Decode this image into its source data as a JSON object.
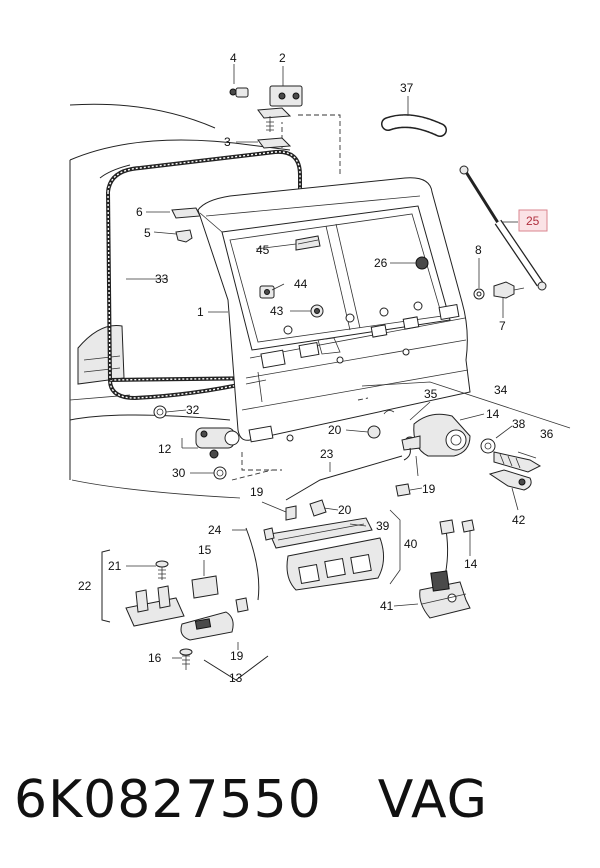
{
  "callouts": [
    {
      "id": "c1",
      "label": "1"
    },
    {
      "id": "c2",
      "label": "2"
    },
    {
      "id": "c3",
      "label": "3"
    },
    {
      "id": "c4",
      "label": "4"
    },
    {
      "id": "c5",
      "label": "5"
    },
    {
      "id": "c6",
      "label": "6"
    },
    {
      "id": "c7",
      "label": "7"
    },
    {
      "id": "c8",
      "label": "8"
    },
    {
      "id": "c12",
      "label": "12"
    },
    {
      "id": "c13",
      "label": "13"
    },
    {
      "id": "c14a",
      "label": "14"
    },
    {
      "id": "c14b",
      "label": "14"
    },
    {
      "id": "c15",
      "label": "15"
    },
    {
      "id": "c16",
      "label": "16"
    },
    {
      "id": "c19a",
      "label": "19"
    },
    {
      "id": "c19b",
      "label": "19"
    },
    {
      "id": "c19c",
      "label": "19"
    },
    {
      "id": "c20a",
      "label": "20"
    },
    {
      "id": "c20b",
      "label": "20"
    },
    {
      "id": "c21",
      "label": "21"
    },
    {
      "id": "c22",
      "label": "22"
    },
    {
      "id": "c23",
      "label": "23"
    },
    {
      "id": "c24",
      "label": "24"
    },
    {
      "id": "c25",
      "label": "25",
      "highlighted": true
    },
    {
      "id": "c26",
      "label": "26"
    },
    {
      "id": "c30",
      "label": "30"
    },
    {
      "id": "c32",
      "label": "32"
    },
    {
      "id": "c33",
      "label": "33"
    },
    {
      "id": "c34",
      "label": "34"
    },
    {
      "id": "c35",
      "label": "35"
    },
    {
      "id": "c36",
      "label": "36"
    },
    {
      "id": "c37",
      "label": "37"
    },
    {
      "id": "c38",
      "label": "38"
    },
    {
      "id": "c39",
      "label": "39"
    },
    {
      "id": "c40",
      "label": "40"
    },
    {
      "id": "c41",
      "label": "41"
    },
    {
      "id": "c42",
      "label": "42"
    },
    {
      "id": "c43",
      "label": "43"
    },
    {
      "id": "c44",
      "label": "44"
    },
    {
      "id": "c45",
      "label": "45"
    }
  ],
  "footer": {
    "part_number": "6K0827550",
    "brand": "VAG"
  },
  "colors": {
    "highlight_fill": "#fbe3e6",
    "highlight_stroke": "#d9848f",
    "highlight_text": "#b0303f",
    "line": "#222222"
  }
}
